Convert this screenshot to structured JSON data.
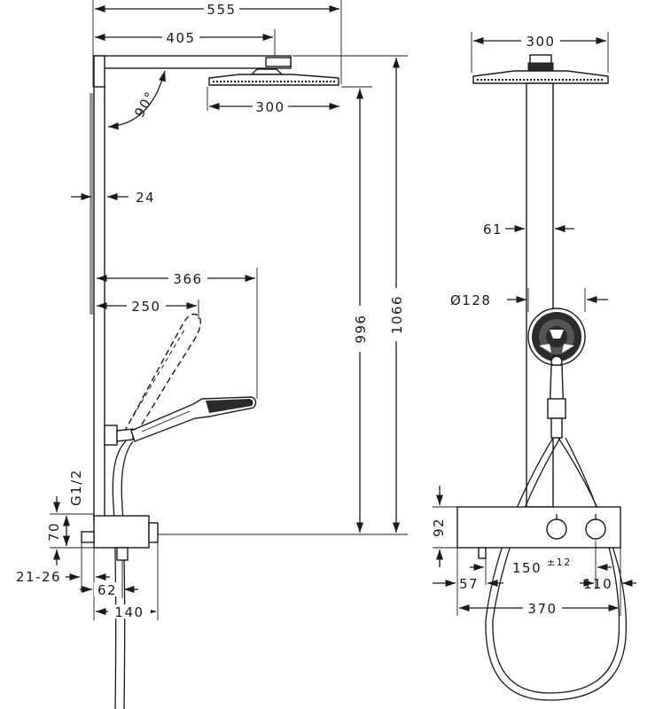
{
  "side_view": {
    "dim_555": "555",
    "dim_405": "405",
    "dim_300": "300",
    "dim_90": "90°",
    "dim_24": "24",
    "dim_366": "366",
    "dim_250": "250",
    "dim_996": "996",
    "dim_1066": "1066",
    "dim_g12": "G1/2",
    "dim_70": "70",
    "dim_21_26": "21-26",
    "dim_62": "62",
    "dim_140": "140"
  },
  "front_view": {
    "dim_300": "300",
    "dim_61": "61",
    "dim_128": "Ø128",
    "dim_92": "92",
    "dim_150": "150",
    "dim_150_tol": "±12",
    "dim_57": "57",
    "dim_110": "110",
    "dim_370": "370"
  }
}
